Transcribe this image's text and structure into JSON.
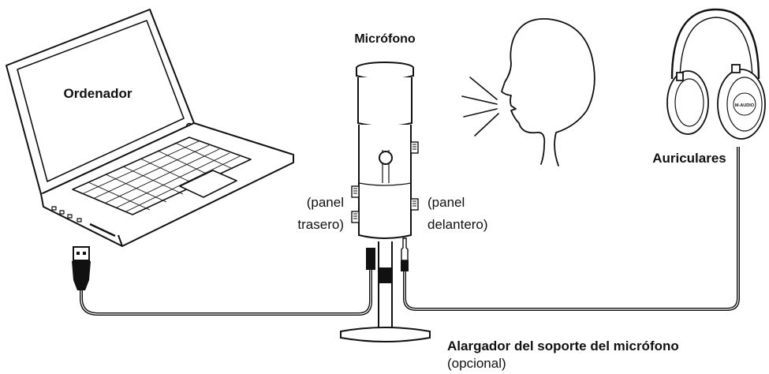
{
  "labels": {
    "computer": "Ordenador",
    "microphone": "Micrófono",
    "headphones": "Auriculares",
    "rear_panel_line1": "(panel",
    "rear_panel_line2": "trasero)",
    "front_panel_line1": "(panel",
    "front_panel_line2": "delantero)",
    "extender_title": "Alargador del soporte del micrófono",
    "extender_note": "(opcional)"
  },
  "headphone_brand": "M-AUDIO"
}
